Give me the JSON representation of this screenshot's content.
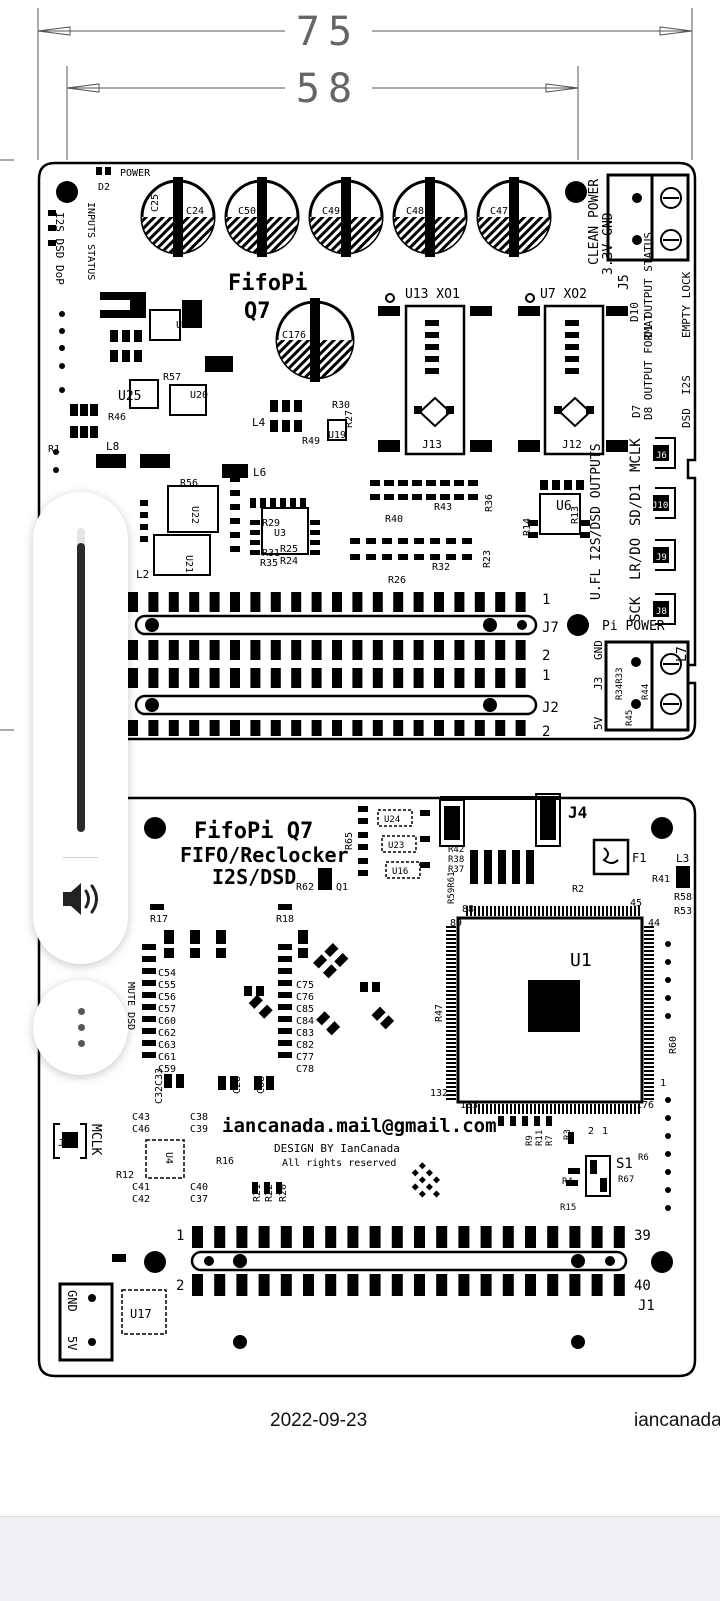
{
  "dimensions": {
    "outer": "75",
    "inner": "58"
  },
  "top_board": {
    "title": "FifoPi",
    "subtitle": "Q7",
    "labels": {
      "power": "POWER",
      "d2": "D2",
      "inputs_status": "INPUTS STATUS",
      "i2s_dsd_dop": "I2S DSD DoP",
      "clean_power": "CLEAN POWER",
      "v33_gnd": "3.3V GND",
      "j5": "J5",
      "d1_output_status": "D1 OUTPUT STATUS",
      "empty_lock": "EMPTY LOCK",
      "d10": "D10",
      "d8_output_format": "D8 OUTPUT FORMAT",
      "i2s": "I2S",
      "dsd": "DSD",
      "d7": "D7",
      "mclk": "MCLK",
      "sd_d1": "SD/D1",
      "lr_do": "LR/DO",
      "sck": "SCK",
      "j6": "J6",
      "j10": "J10",
      "j9": "J9",
      "j8": "J8",
      "ufl_outputs": "U.FL I2S/DSD OUTPUTS",
      "pi_power": "Pi POWER",
      "u13": "U13 XO1",
      "u7": "U7 XO2",
      "j13": "J13",
      "j12": "J12",
      "j7": "J7",
      "j2": "J2",
      "j3": "J3",
      "l7": "L7",
      "gnd": "GND",
      "v5": "5V",
      "pin1": "1",
      "pin2": "2",
      "c25": "C25",
      "c24": "C24",
      "c50": "C50",
      "c49": "C49",
      "c48": "C48",
      "c47": "C47",
      "c176": "C176",
      "u11": "U11",
      "u25": "U25",
      "u20": "U20",
      "u19": "U19",
      "u6": "U6",
      "u3": "U3",
      "u22": "U22",
      "u21": "U21",
      "r57": "R57",
      "r46": "R46",
      "r30": "R30",
      "r27": "R27",
      "r49": "R49",
      "r29": "R29",
      "r25": "R25",
      "r24": "R24",
      "r31": "R31",
      "r35": "R35",
      "r40": "R40",
      "r43": "R43",
      "r26": "R26",
      "r32": "R32",
      "r23": "R23",
      "r36": "R36",
      "r14": "R14",
      "r13": "R13",
      "r34r33": "R34R33",
      "r44": "R44",
      "r45": "R45",
      "l4": "L4",
      "l6": "L6",
      "l8": "L8",
      "l2": "L2",
      "r1": "R1",
      "r56": "R56"
    }
  },
  "bottom_board": {
    "title": "FifoPi Q7",
    "line2": "FIFO/Reclocker",
    "line3": "I2S/DSD",
    "email": "iancanada.mail@gmail.com",
    "design_by": "DESIGN BY IanCanada",
    "rights": "All rights reserved",
    "labels": {
      "j4": "J4",
      "f1": "F1",
      "l3": "L3",
      "r41": "R41",
      "r58": "R58",
      "r53": "R53",
      "r2": "R2",
      "u1": "U1",
      "pin88": "88",
      "pin89": "89",
      "pin45": "45",
      "pin44": "44",
      "pin132": "132",
      "pin133": "133",
      "pin176": "176",
      "pin1": "1",
      "r60": "R60",
      "r47": "R47",
      "u24": "U24",
      "u23": "U23",
      "u16": "U16",
      "r65": "R65",
      "r42": "R42",
      "r38": "R38",
      "r37": "R37",
      "r59r61": "R59R61",
      "r62": "R62",
      "q1": "Q1",
      "r17": "R17",
      "r18": "R18",
      "c54": "C54",
      "c55": "C55",
      "c56": "C56",
      "c57": "C57",
      "c60": "C60",
      "c62": "C62",
      "c63": "C63",
      "c61": "C61",
      "c59": "C59",
      "mute_dsd": "MUTE DSD",
      "c75": "C75",
      "c76": "C76",
      "c85": "C85",
      "c84": "C84",
      "c83": "C83",
      "c82": "C82",
      "c77": "C77",
      "c78": "C78",
      "c28": "C28",
      "c68": "C68",
      "c32": "C32",
      "c33": "C33",
      "c43": "C43",
      "c46": "C46",
      "c38": "C38",
      "c39": "C39",
      "u4": "U4",
      "r12": "R12",
      "r16": "R16",
      "c41": "C41",
      "c42": "C42",
      "c40": "C40",
      "c37": "C37",
      "j11": "J11",
      "mclk": "MCLK",
      "r21": "R21",
      "r22": "R22",
      "r20": "R20",
      "r9": "R9",
      "r11": "R11",
      "r7": "R7",
      "r3": "R3",
      "s1": "S1",
      "r6": "R6",
      "r67": "R67",
      "r4": "R4",
      "r15": "R15",
      "sw1": "1",
      "sw2": "2",
      "pin39": "39",
      "pin40": "40",
      "j1": "J1",
      "pin1h": "1",
      "pin2h": "2",
      "u17": "U17",
      "gnd": "GND",
      "v5": "5V"
    }
  },
  "captions": {
    "date": "2022-09-23",
    "author": "iancanada"
  },
  "volume": {
    "level": 0.95
  },
  "icons": {
    "volume": "speaker-icon",
    "more": "more-vertical-icon"
  }
}
